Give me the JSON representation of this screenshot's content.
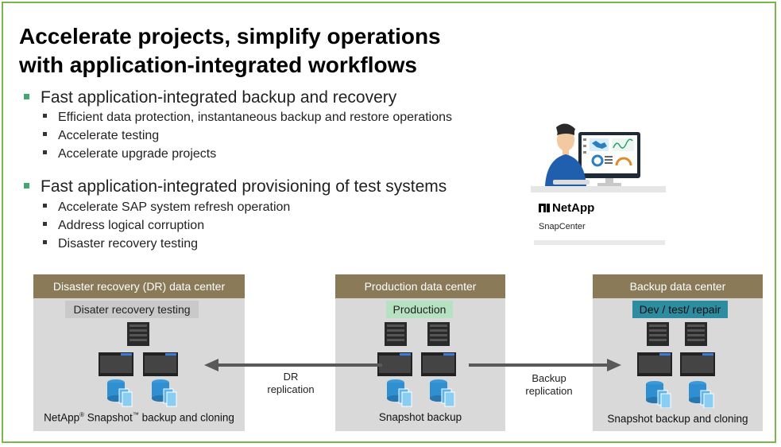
{
  "title": {
    "line1": "Accelerate projects, simplify operations",
    "line2": "with application-integrated workflows"
  },
  "bullets": [
    {
      "text": "Fast application-integrated backup and recovery",
      "sub": [
        "Efficient data protection, instantaneous backup and restore operations",
        "Accelerate testing",
        "Accelerate upgrade projects"
      ]
    },
    {
      "text": "Fast application-integrated provisioning of test systems",
      "sub": [
        "Accelerate SAP system refresh operation",
        "Address logical corruption",
        "Disaster recovery testing"
      ]
    }
  ],
  "logo": {
    "brand": "NetApp",
    "product": "SnapCenter"
  },
  "datacenters": {
    "dr": {
      "title": "Disaster recovery (DR) data center",
      "tag": "Disater recovery testing",
      "caption_prefix": "NetApp",
      "caption_mid": " Snapshot",
      "caption_suffix": " backup and cloning",
      "reg": "®",
      "tm": "™"
    },
    "prod": {
      "title": "Production data center",
      "tag": "Production",
      "caption": "Snapshot backup"
    },
    "backup": {
      "title": "Backup data center",
      "tag": "Dev / test/ repair",
      "caption": "Snapshot backup and cloning"
    }
  },
  "flows": {
    "dr": {
      "line1": "DR",
      "line2": "replication"
    },
    "backup": {
      "line1": "Backup",
      "line2": "replication"
    }
  },
  "colors": {
    "border": "#7ab648",
    "dc_header": "#8a7a58",
    "dc_body": "#d9d9d9",
    "tag_prod": "#b6e2c1",
    "tag_backup": "#2e8ca0",
    "tag_dr": "#c9c9c9",
    "bullet_green": "#3faa6b"
  }
}
